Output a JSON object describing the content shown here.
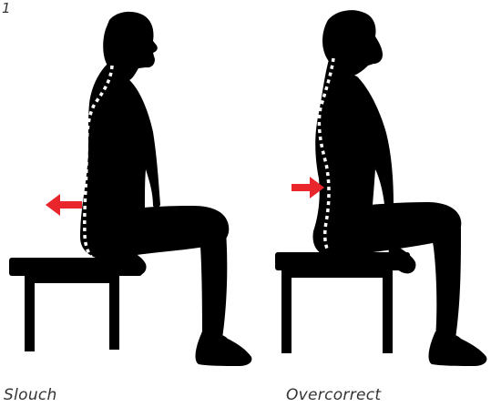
{
  "figure": {
    "number_label": "1",
    "panels": [
      {
        "caption": "Slouch",
        "arrow_direction": "left"
      },
      {
        "caption": "Overcorrect",
        "arrow_direction": "right"
      }
    ]
  },
  "colors": {
    "silhouette": "#000000",
    "spine_dashes": "#ffffff",
    "arrow": "#e8262b",
    "caption_text": "#333333"
  }
}
